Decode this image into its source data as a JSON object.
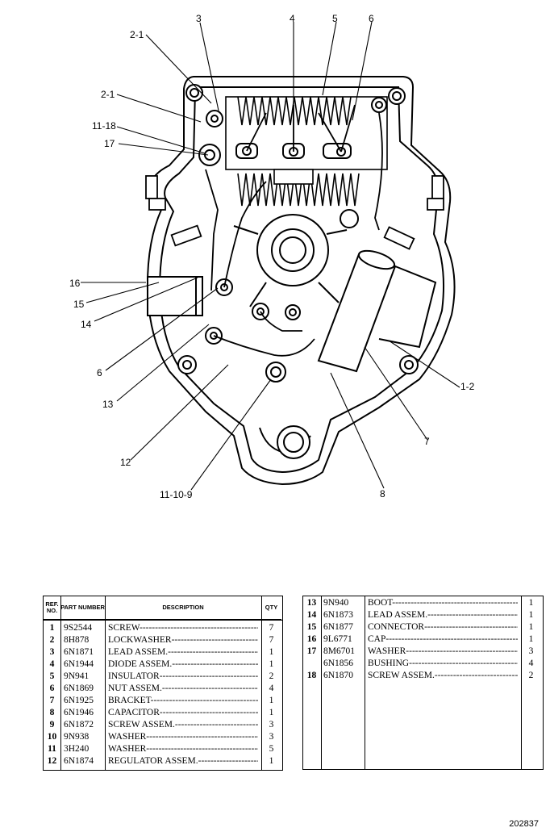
{
  "diagram": {
    "callouts": [
      {
        "id": "c1",
        "label": "2-1"
      },
      {
        "id": "c2",
        "label": "3"
      },
      {
        "id": "c3",
        "label": "4"
      },
      {
        "id": "c4",
        "label": "5"
      },
      {
        "id": "c5",
        "label": "6"
      },
      {
        "id": "c6",
        "label": "2-1"
      },
      {
        "id": "c7",
        "label": "11-18"
      },
      {
        "id": "c8",
        "label": "17"
      },
      {
        "id": "c9",
        "label": "16"
      },
      {
        "id": "c10",
        "label": "15"
      },
      {
        "id": "c11",
        "label": "14"
      },
      {
        "id": "c12",
        "label": "6"
      },
      {
        "id": "c13",
        "label": "13"
      },
      {
        "id": "c14",
        "label": "12"
      },
      {
        "id": "c15",
        "label": "11-10-9"
      },
      {
        "id": "c16",
        "label": "8"
      },
      {
        "id": "c17",
        "label": "7"
      },
      {
        "id": "c18",
        "label": "1-2"
      }
    ]
  },
  "table_left": {
    "headers": {
      "ref": "REF. NO.",
      "part": "PART NUMBER",
      "desc": "DESCRIPTION",
      "qty": "QTY"
    },
    "rows": [
      {
        "ref": "1",
        "part": "9S2544",
        "desc": "SCREW",
        "qty": "7"
      },
      {
        "ref": "2",
        "part": "8H878",
        "desc": "LOCKWASHER",
        "qty": "7"
      },
      {
        "ref": "3",
        "part": "6N1871",
        "desc": "LEAD ASSEM.",
        "qty": "1"
      },
      {
        "ref": "4",
        "part": "6N1944",
        "desc": "DIODE ASSEM.",
        "qty": "1"
      },
      {
        "ref": "5",
        "part": "9N941",
        "desc": "INSULATOR",
        "qty": "2"
      },
      {
        "ref": "6",
        "part": "6N1869",
        "desc": "NUT ASSEM.",
        "qty": "4"
      },
      {
        "ref": "7",
        "part": "6N1925",
        "desc": "BRACKET",
        "qty": "1"
      },
      {
        "ref": "8",
        "part": "6N1946",
        "desc": "CAPACITOR",
        "qty": "1"
      },
      {
        "ref": "9",
        "part": "6N1872",
        "desc": "SCREW ASSEM.",
        "qty": "3"
      },
      {
        "ref": "10",
        "part": "9N938",
        "desc": "WASHER",
        "qty": "3"
      },
      {
        "ref": "11",
        "part": "3H240",
        "desc": "WASHER",
        "qty": "5"
      },
      {
        "ref": "12",
        "part": "6N1874",
        "desc": "REGULATOR ASSEM.",
        "qty": "1"
      }
    ]
  },
  "table_right": {
    "rows": [
      {
        "ref": "13",
        "part": "9N940",
        "desc": "BOOT",
        "qty": "1"
      },
      {
        "ref": "14",
        "part": "6N1873",
        "desc": "LEAD ASSEM.",
        "qty": "1"
      },
      {
        "ref": "15",
        "part": "6N1877",
        "desc": "CONNECTOR",
        "qty": "1"
      },
      {
        "ref": "16",
        "part": "9L6771",
        "desc": "CAP",
        "qty": "1"
      },
      {
        "ref": "17",
        "part": "8M6701",
        "desc": "WASHER",
        "qty": "3"
      },
      {
        "ref": "",
        "part": "6N1856",
        "desc": "BUSHING",
        "qty": "4"
      },
      {
        "ref": "18",
        "part": "6N1870",
        "desc": "SCREW ASSEM.",
        "qty": "2"
      }
    ]
  },
  "figure_number": "202837"
}
